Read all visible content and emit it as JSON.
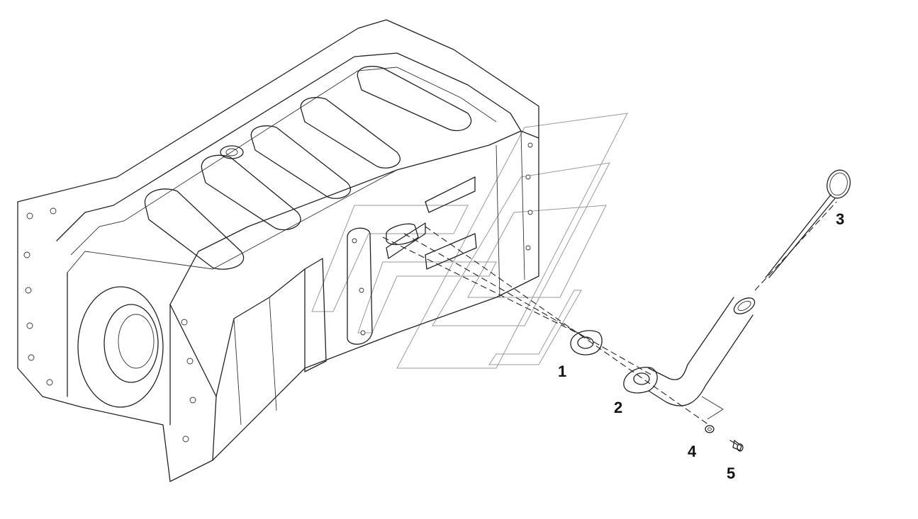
{
  "callouts": {
    "c1": "1",
    "c2": "2",
    "c3": "3",
    "c4": "4",
    "c5": "5"
  },
  "colors": {
    "line": "#222222",
    "watermark": "#9a9a9a",
    "background": "#ffffff"
  }
}
